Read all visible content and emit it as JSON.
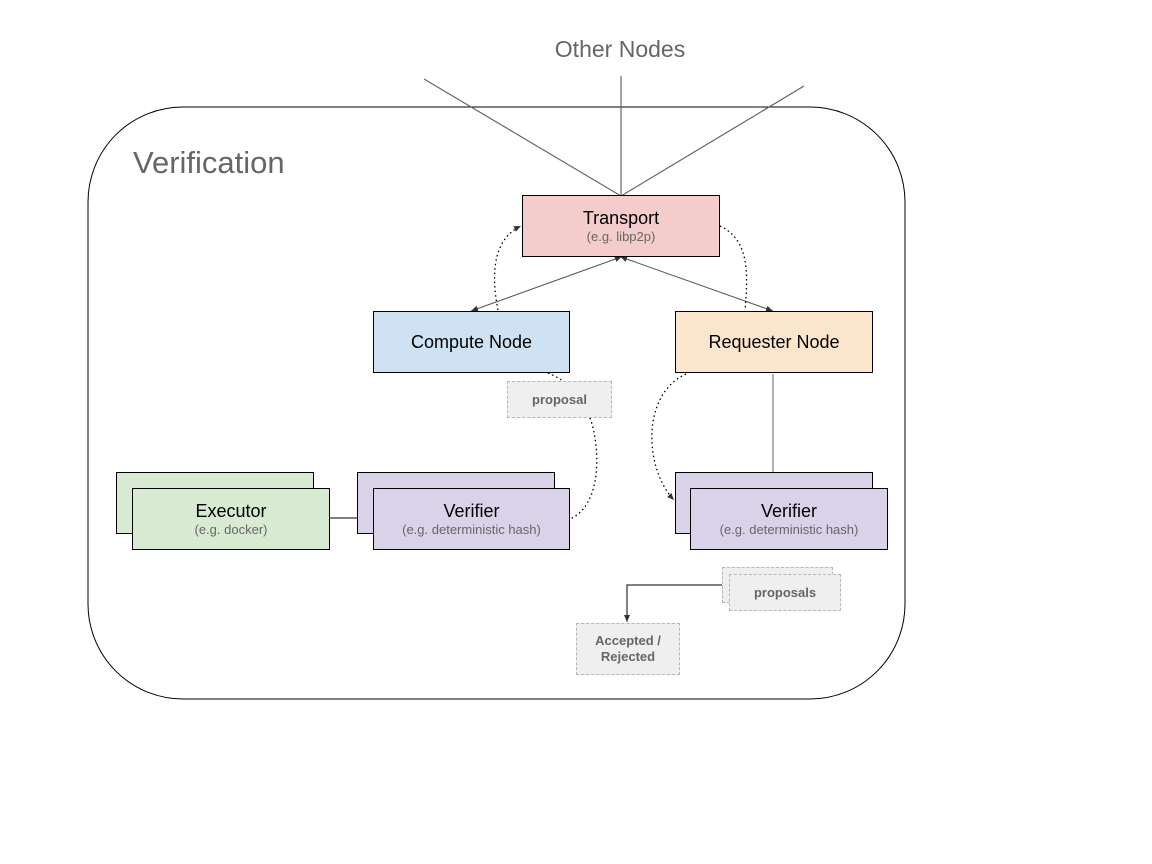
{
  "diagram": {
    "other_nodes_label": "Other Nodes",
    "frame_title": "Verification",
    "transport": {
      "title": "Transport",
      "subtitle": "(e.g. libp2p)"
    },
    "compute_node": {
      "title": "Compute Node"
    },
    "requester_node": {
      "title": "Requester Node"
    },
    "executor": {
      "title": "Executor",
      "subtitle": "(e.g. docker)"
    },
    "verifier_compute": {
      "title": "Verifier",
      "subtitle": "(e.g. deterministic hash)"
    },
    "verifier_requester": {
      "title": "Verifier",
      "subtitle": "(e.g. deterministic hash)"
    },
    "proposal_label": "proposal",
    "proposals_label": "proposals",
    "result_label_line1": "Accepted /",
    "result_label_line2": "Rejected"
  },
  "colors": {
    "transport": "#f4cccc",
    "compute_node": "#cfe2f3",
    "requester_node": "#fce5cd",
    "executor": "#d9ead3",
    "verifier": "#d9d2e9",
    "note": "#efefef",
    "label_gray": "#666666"
  }
}
